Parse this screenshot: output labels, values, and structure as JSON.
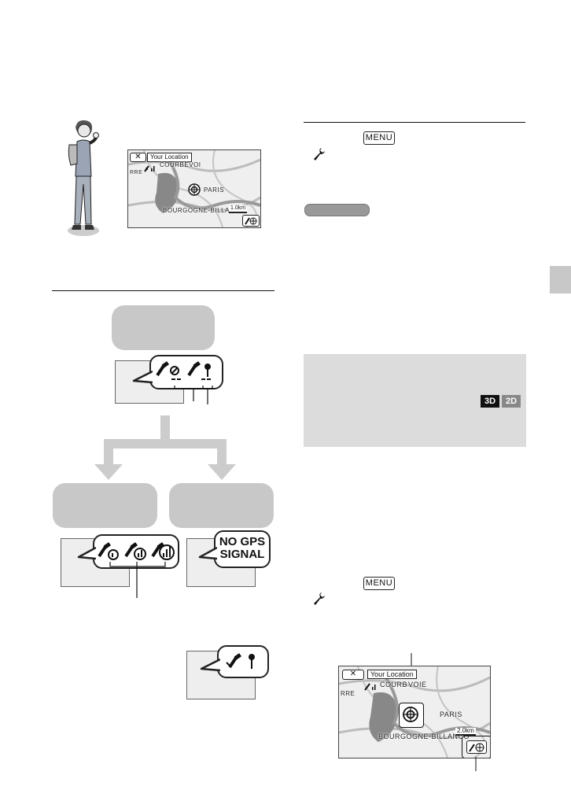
{
  "map": {
    "close_label": "✕",
    "your_location_label": "Your Location",
    "labels_small": {
      "l1": "COURBEVOI",
      "l2": "PARIS",
      "l3": "BOURGOGNE-BILLANCO",
      "l4": "RRE"
    },
    "labels_large": {
      "l1": "COURB",
      "l1b": "VOIE",
      "l2": "PARIS",
      "l3": "BOURGOGNE-BILLANCO",
      "l4": "RRE"
    },
    "scale_small": "1.0km",
    "scale_large": "2.0km"
  },
  "menu_key": "MENU",
  "status": {
    "no_gps_signal": "NO GPS\nSIGNAL"
  },
  "tags": {
    "three_d": "3D",
    "two_d": "2D"
  },
  "icons": {
    "wrench": "wrench-icon",
    "satellite": "satellite-icon",
    "pin": "pin-icon",
    "target": "target-icon"
  }
}
